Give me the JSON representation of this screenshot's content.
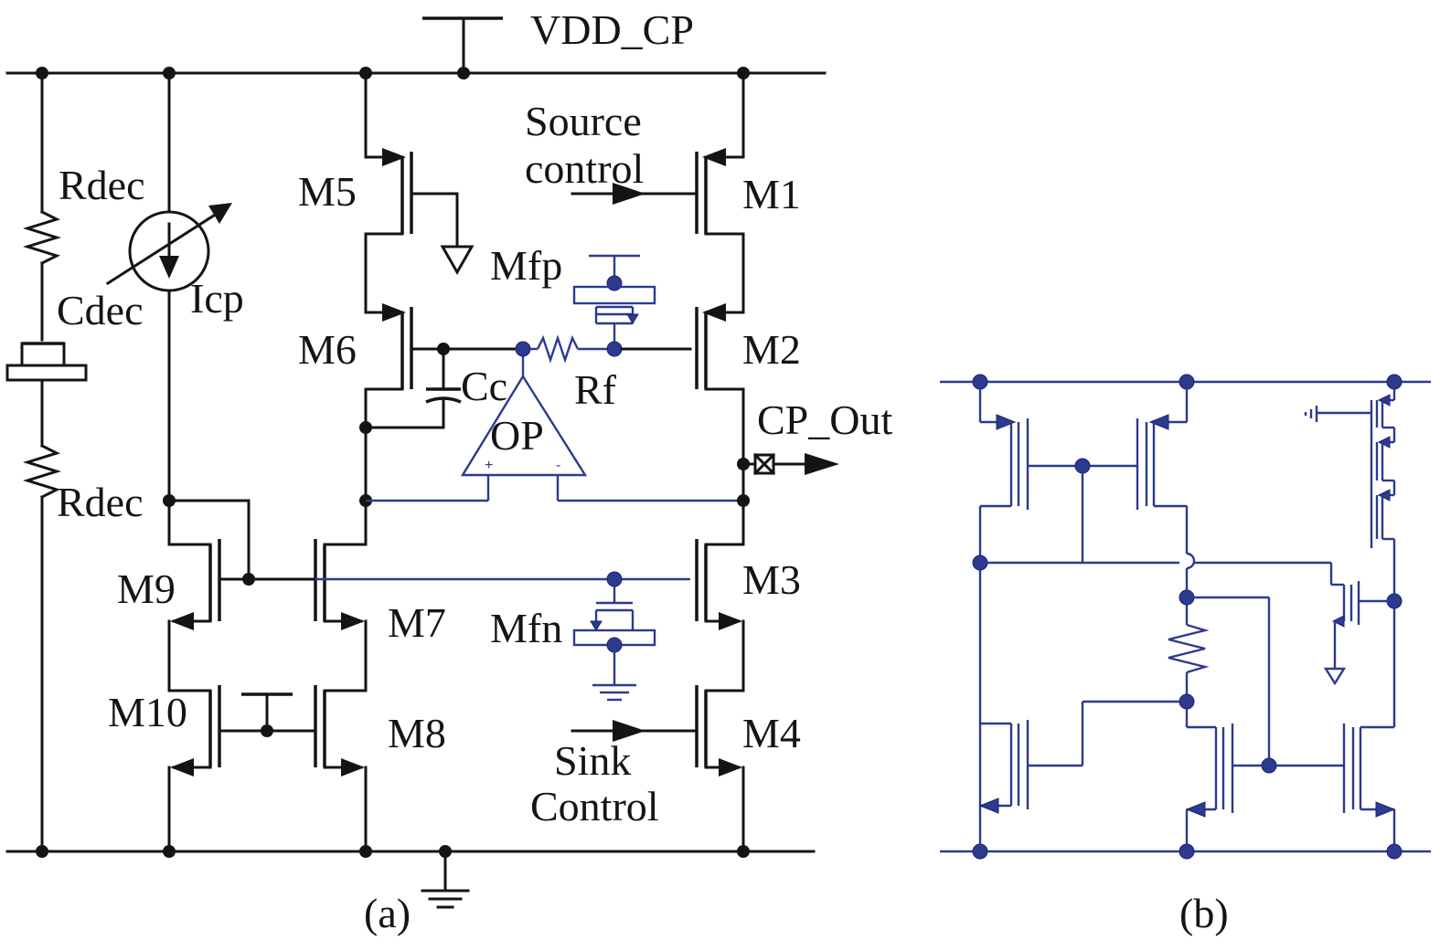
{
  "figure": {
    "panel_a": {
      "caption": "(a)",
      "labels": {
        "vdd": "VDD_CP",
        "source_control_1": "Source",
        "source_control_2": "control",
        "m1": "M1",
        "m2": "M2",
        "m3": "M3",
        "m4": "M4",
        "m5": "M5",
        "m6": "M6",
        "m7": "M7",
        "m8": "M8",
        "m9": "M9",
        "m10": "M10",
        "mfp": "Mfp",
        "mfn": "Mfn",
        "rf": "Rf",
        "cc": "Cc",
        "op": "OP",
        "rdec_top": "Rdec",
        "rdec_bottom": "Rdec",
        "cdec": "Cdec",
        "icp": "Icp",
        "cp_out": "CP_Out",
        "sink_control_1": "Sink",
        "sink_control_2": "Control",
        "op_plus": "+",
        "op_minus": "-"
      }
    },
    "panel_b": {
      "caption": "(b)"
    },
    "colors": {
      "black": "#141414",
      "blue": "#2c3a8f"
    }
  }
}
